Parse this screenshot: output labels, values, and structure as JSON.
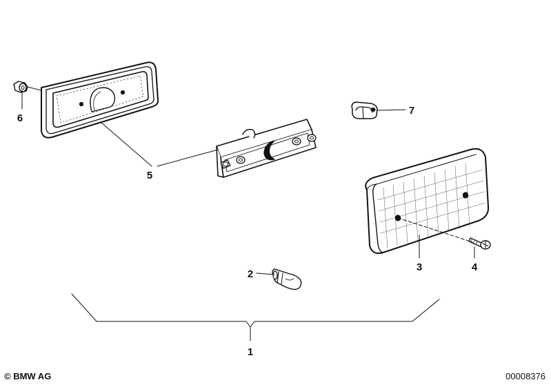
{
  "diagram": {
    "callouts": [
      {
        "id": "callout-1",
        "label": "1"
      },
      {
        "id": "callout-2",
        "label": "2"
      },
      {
        "id": "callout-3",
        "label": "3"
      },
      {
        "id": "callout-4",
        "label": "4"
      },
      {
        "id": "callout-5",
        "label": "5"
      },
      {
        "id": "callout-6",
        "label": "6"
      },
      {
        "id": "callout-7",
        "label": "7"
      }
    ]
  },
  "footer": {
    "copyright": "© BMW AG",
    "diagram_number": "00008376"
  }
}
